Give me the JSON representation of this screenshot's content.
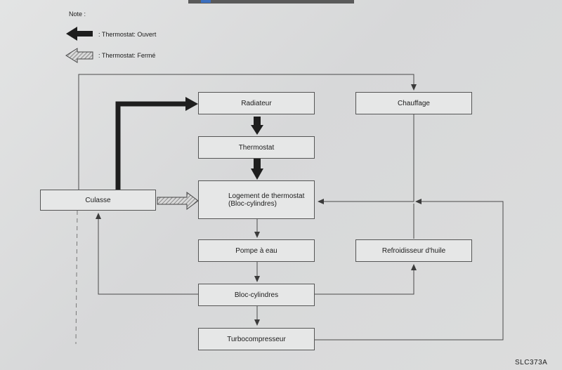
{
  "legend": {
    "title": "Note :",
    "open_label": ": Thermostat: Ouvert",
    "closed_label": ": Thermostat: Fermé"
  },
  "boxes": {
    "radiateur": "Radiateur",
    "chauffage": "Chauffage",
    "thermostat": "Thermostat",
    "logement": "Logement de thermostat (Bloc-cylindres)",
    "culasse": "Culasse",
    "pompe": "Pompe à eau",
    "refroidisseur": "Refroidisseur d'huile",
    "bloc": "Bloc-cylindres",
    "turbo": "Turbocompresseur"
  },
  "reference_code": "SLC373A",
  "colors": {
    "open_arrow": "#1e1e1e",
    "closed_arrow_fill": "#d7d7d7",
    "line": "#4a4a4a"
  }
}
